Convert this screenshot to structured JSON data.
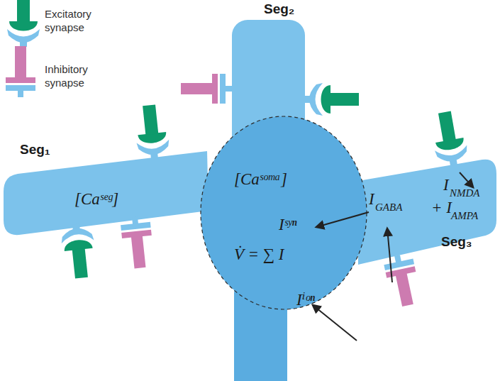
{
  "diagram": {
    "nodes": [
      {
        "text": [
          "Seg₂"
        ]
      },
      {
        "text": [
          "Seg₁",
          "[Caˢᵉᵍ]"
        ]
      },
      {
        "text": [
          "[Caˢᵒᵐᵃ]",
          "Iˢʸⁿ",
          "V̇ = ∑ I",
          "Iⁱᵒⁿ"
        ]
      },
      {
        "text": [
          "Seg₃"
        ]
      }
    ],
    "labels": [
      "I",
      "GABA",
      "I",
      "NMDA",
      "+ I",
      "AMPA"
    ],
    "legend": [
      {
        "text": "Excitatory synapse"
      },
      {
        "text": "Inhibitory synapse"
      }
    ]
  }
}
